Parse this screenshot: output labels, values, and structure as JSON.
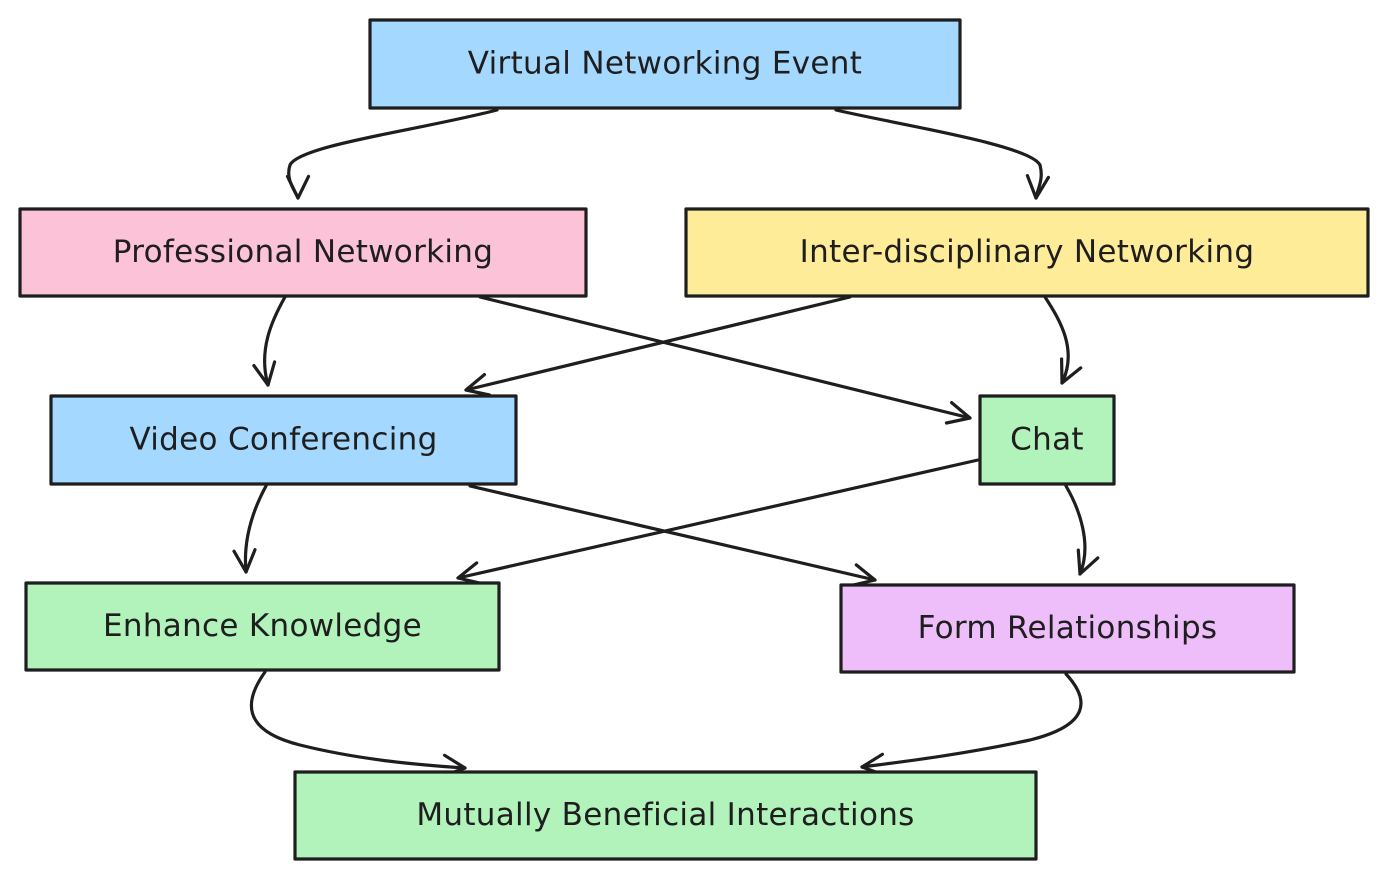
{
  "nodes": [
    {
      "id": "virtual-networking-event",
      "label": "Virtual Networking Event",
      "color": "#a5d8ff"
    },
    {
      "id": "professional-networking",
      "label": "Professional Networking",
      "color": "#fcc2d7"
    },
    {
      "id": "inter-disciplinary-networking",
      "label": "Inter-disciplinary Networking",
      "color": "#ffec99"
    },
    {
      "id": "video-conferencing",
      "label": "Video Conferencing",
      "color": "#a5d8ff"
    },
    {
      "id": "chat",
      "label": "Chat",
      "color": "#b2f2bb"
    },
    {
      "id": "enhance-knowledge",
      "label": "Enhance Knowledge",
      "color": "#b2f2bb"
    },
    {
      "id": "form-relationships",
      "label": "Form Relationships",
      "color": "#eebefa"
    },
    {
      "id": "mutually-beneficial-interactions",
      "label": "Mutually Beneficial Interactions",
      "color": "#b2f2bb"
    }
  ],
  "edges": [
    {
      "from": "virtual-networking-event",
      "to": "professional-networking"
    },
    {
      "from": "virtual-networking-event",
      "to": "inter-disciplinary-networking"
    },
    {
      "from": "professional-networking",
      "to": "video-conferencing"
    },
    {
      "from": "professional-networking",
      "to": "chat"
    },
    {
      "from": "inter-disciplinary-networking",
      "to": "video-conferencing"
    },
    {
      "from": "inter-disciplinary-networking",
      "to": "chat"
    },
    {
      "from": "video-conferencing",
      "to": "enhance-knowledge"
    },
    {
      "from": "video-conferencing",
      "to": "form-relationships"
    },
    {
      "from": "chat",
      "to": "enhance-knowledge"
    },
    {
      "from": "chat",
      "to": "form-relationships"
    },
    {
      "from": "enhance-knowledge",
      "to": "mutually-beneficial-interactions"
    },
    {
      "from": "form-relationships",
      "to": "mutually-beneficial-interactions"
    }
  ],
  "colors": {
    "stroke": "#1e1e1e",
    "text": "#1e1e1e",
    "background": "#ffffff"
  }
}
